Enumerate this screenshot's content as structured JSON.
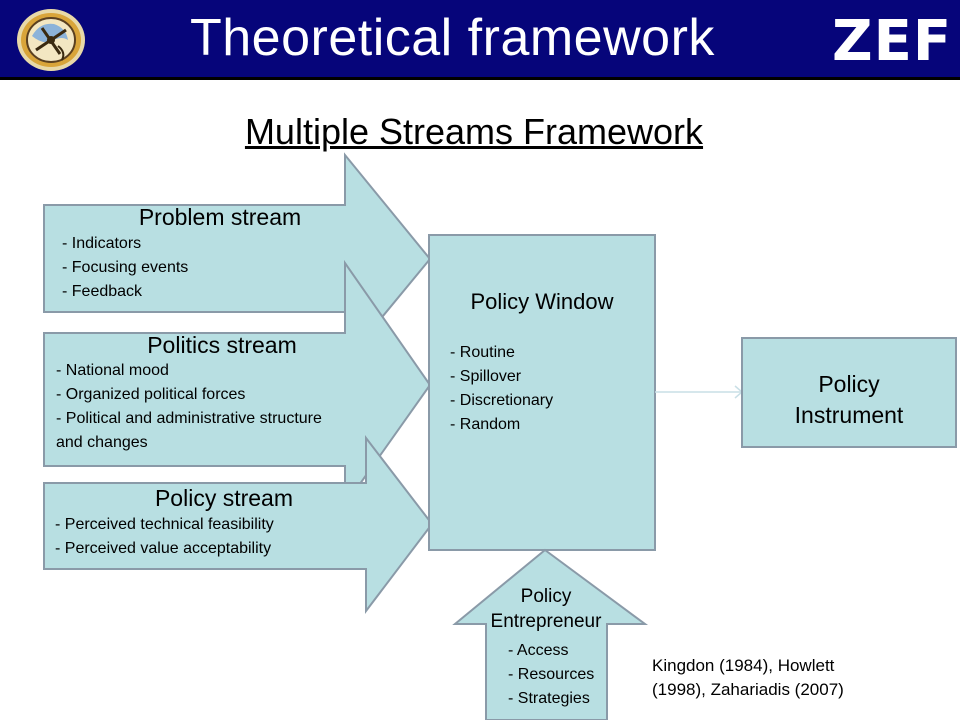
{
  "header": {
    "title": "Theoretical framework",
    "brand": "ZEF",
    "logo_icon": "globe-compass-logo-icon",
    "background_color": "#06057a"
  },
  "slide": {
    "title": "Multiple Streams Framework"
  },
  "diagram": {
    "fill_color": "#b8dfe2",
    "stroke_color": "#8a9aa8",
    "problem_stream": {
      "title": "Problem stream",
      "items": [
        "- Indicators",
        "- Focusing events",
        "- Feedback"
      ]
    },
    "politics_stream": {
      "title": "Politics stream",
      "items": [
        "- National mood",
        "- Organized political forces",
        "- Political and administrative structure",
        "and changes"
      ]
    },
    "policy_stream": {
      "title": "Policy stream",
      "items": [
        "- Perceived technical feasibility",
        "- Perceived  value acceptability"
      ]
    },
    "policy_window": {
      "title": "Policy Window",
      "items": [
        "- Routine",
        "- Spillover",
        "- Discretionary",
        "- Random"
      ]
    },
    "policy_instrument": {
      "line1": "Policy",
      "line2": "Instrument"
    },
    "policy_entrepreneur": {
      "title_line1": "Policy",
      "title_line2": "Entrepreneur",
      "items": [
        "- Access",
        "- Resources",
        "- Strategies"
      ]
    }
  },
  "citation": {
    "line1": "Kingdon (1984), Howlett",
    "line2": "(1998), Zahariadis (2007)"
  }
}
